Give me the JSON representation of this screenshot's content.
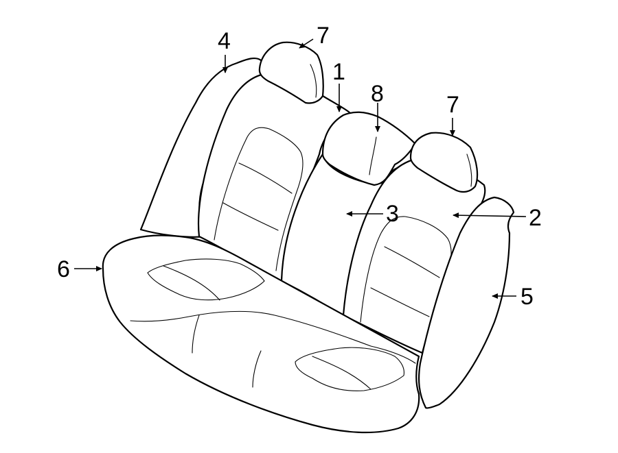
{
  "callouts": [
    {
      "id": "c1",
      "text": "1"
    },
    {
      "id": "c2",
      "text": "2"
    },
    {
      "id": "c3",
      "text": "3"
    },
    {
      "id": "c4",
      "text": "4"
    },
    {
      "id": "c5",
      "text": "5"
    },
    {
      "id": "c6",
      "text": "6"
    },
    {
      "id": "c7a",
      "text": "7"
    },
    {
      "id": "c7b",
      "text": "7"
    },
    {
      "id": "c8",
      "text": "8"
    }
  ],
  "colors": {
    "line": "#000000",
    "background": "#ffffff"
  }
}
